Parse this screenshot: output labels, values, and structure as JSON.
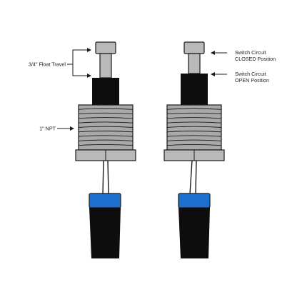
{
  "labels": {
    "float_travel": "3/4\" Float Travel",
    "npt": "1\" NPT",
    "closed_line1": "Switch Circuit",
    "closed_line2": "CLOSED Position",
    "open_line1": "Switch Circuit",
    "open_line2": "OPEN Position"
  },
  "colors": {
    "body_gray": "#b9b9b9",
    "thread_gray": "#a9a9a9",
    "outline": "#1a1a1a",
    "black": "#0d0d0d",
    "blue": "#1f6fce"
  },
  "switches": [
    {
      "name": "closed-position-switch",
      "stem_state": "raised"
    },
    {
      "name": "open-position-switch",
      "stem_state": "lowered"
    }
  ]
}
